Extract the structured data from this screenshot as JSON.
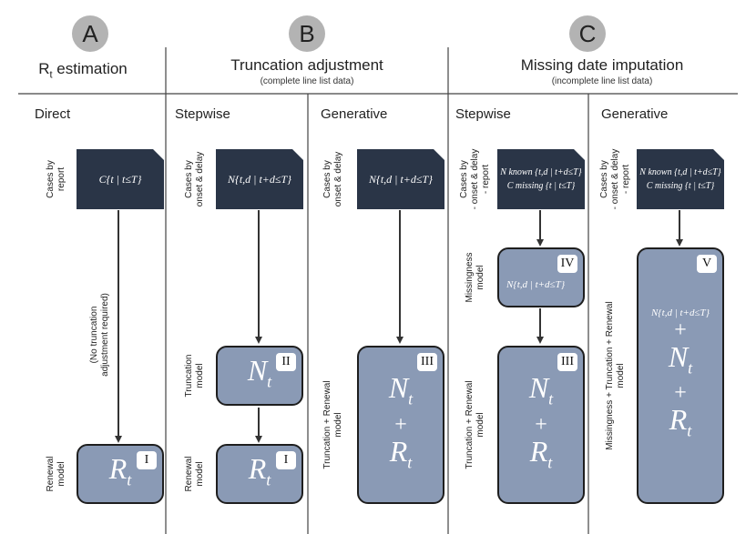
{
  "sections": {
    "a": {
      "letter": "A",
      "title_main": "R",
      "title_sub": "t",
      "title_rest": " estimation"
    },
    "b": {
      "letter": "B",
      "title": "Truncation adjustment",
      "subtitle": "(complete line list data)"
    },
    "c": {
      "letter": "C",
      "title": "Missing date imputation",
      "subtitle": "(incomplete line list data)"
    }
  },
  "columns": {
    "direct": "Direct",
    "b_stepwise": "Stepwise",
    "b_generative": "Generative",
    "c_stepwise": "Stepwise",
    "c_generative": "Generative"
  },
  "side_labels": {
    "cases_by_report": "Cases by\nreport",
    "cases_by_onset_delay": "Cases by\nonset & delay",
    "cases_by_mixed": "Cases by\n- onset & delay\n- report",
    "renewal_model": "Renewal\nmodel",
    "truncation_model": "Truncation\nmodel",
    "truncation_renewal_model": "Truncation + Renewal\nmodel",
    "missingness_model": "Missingness\nmodel",
    "missingness_truncation_renewal_model": "Missingness + Truncation + Renewal\nmodel",
    "no_truncation": "(No truncation\nadjustment required)"
  },
  "data_boxes": {
    "report": "C{t | t≤T}",
    "onset_delay": "N{t,d | t+d≤T}",
    "known_missing_1": "N known {t,d | t+d≤T}",
    "known_missing_2": "C missing {t | t≤T}"
  },
  "models": {
    "i_numeral": "I",
    "ii_numeral": "II",
    "iii_numeral": "III",
    "iv_numeral": "IV",
    "v_numeral": "V",
    "rt": "R",
    "rt_sub": "t",
    "nt": "N",
    "nt_sub": "t",
    "plus": "+",
    "n_known": "N{t,d | t+d≤T}"
  }
}
